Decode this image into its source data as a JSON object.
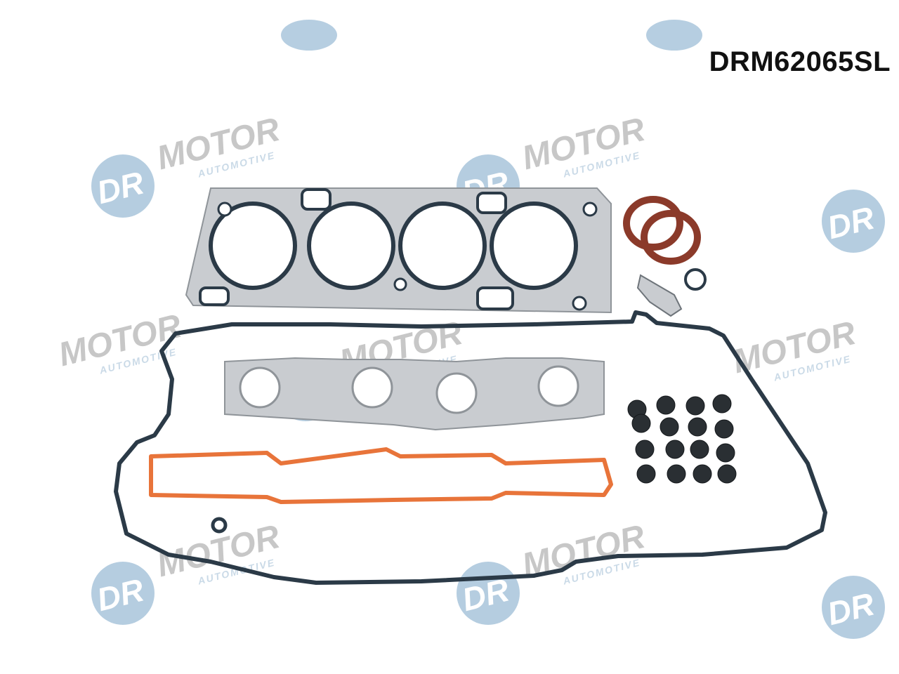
{
  "product": {
    "code": "DRM62065SL"
  },
  "watermark": {
    "dr": "DR",
    "motor": "MOTOR",
    "sub": "AUTOMOTIVE"
  },
  "colors": {
    "background": "#ffffff",
    "watermark_blue": "#7aa6c8",
    "gasket_metal": "#c9ccd0",
    "gasket_seal": "#2b3a47",
    "intake_gasket": "#e8743a",
    "oil_seal": "#8b3a2a",
    "valve_seal": "#2a2f33"
  }
}
